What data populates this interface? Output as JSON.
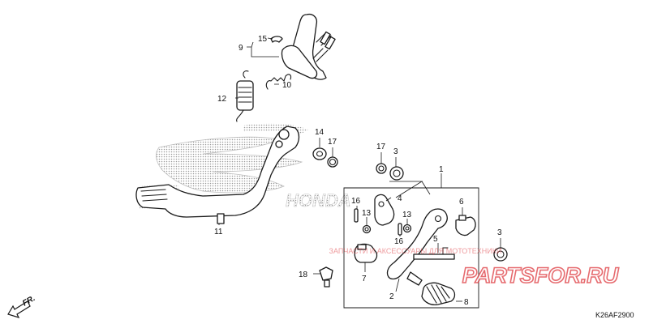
{
  "diagram": {
    "part_labels": [
      {
        "id": "p15",
        "text": "15"
      },
      {
        "id": "p9",
        "text": "9"
      },
      {
        "id": "p10",
        "text": "10"
      },
      {
        "id": "p12",
        "text": "12"
      },
      {
        "id": "p14",
        "text": "14"
      },
      {
        "id": "p17a",
        "text": "17"
      },
      {
        "id": "p17b",
        "text": "17"
      },
      {
        "id": "p3a",
        "text": "3"
      },
      {
        "id": "p1",
        "text": "1"
      },
      {
        "id": "p16a",
        "text": "16"
      },
      {
        "id": "p4",
        "text": "4"
      },
      {
        "id": "p6",
        "text": "6"
      },
      {
        "id": "p13a",
        "text": "13"
      },
      {
        "id": "p13b",
        "text": "13"
      },
      {
        "id": "p16b",
        "text": "16"
      },
      {
        "id": "p5",
        "text": "5"
      },
      {
        "id": "p3b",
        "text": "3"
      },
      {
        "id": "p11",
        "text": "11"
      },
      {
        "id": "p18",
        "text": "18"
      },
      {
        "id": "p7",
        "text": "7"
      },
      {
        "id": "p2",
        "text": "2"
      },
      {
        "id": "p8",
        "text": "8"
      }
    ],
    "front_arrow_label": "FR.",
    "diagram_code": "K26AF2900",
    "watermark": {
      "logo": "PARTSFOR.RU",
      "tagline": "ЗАПЧАСТИ И АКСЕССУАРЫ ДЛЯ МОТОТЕХНИКИ",
      "color": "#e0474c"
    },
    "brand_mark": "HONDA"
  }
}
